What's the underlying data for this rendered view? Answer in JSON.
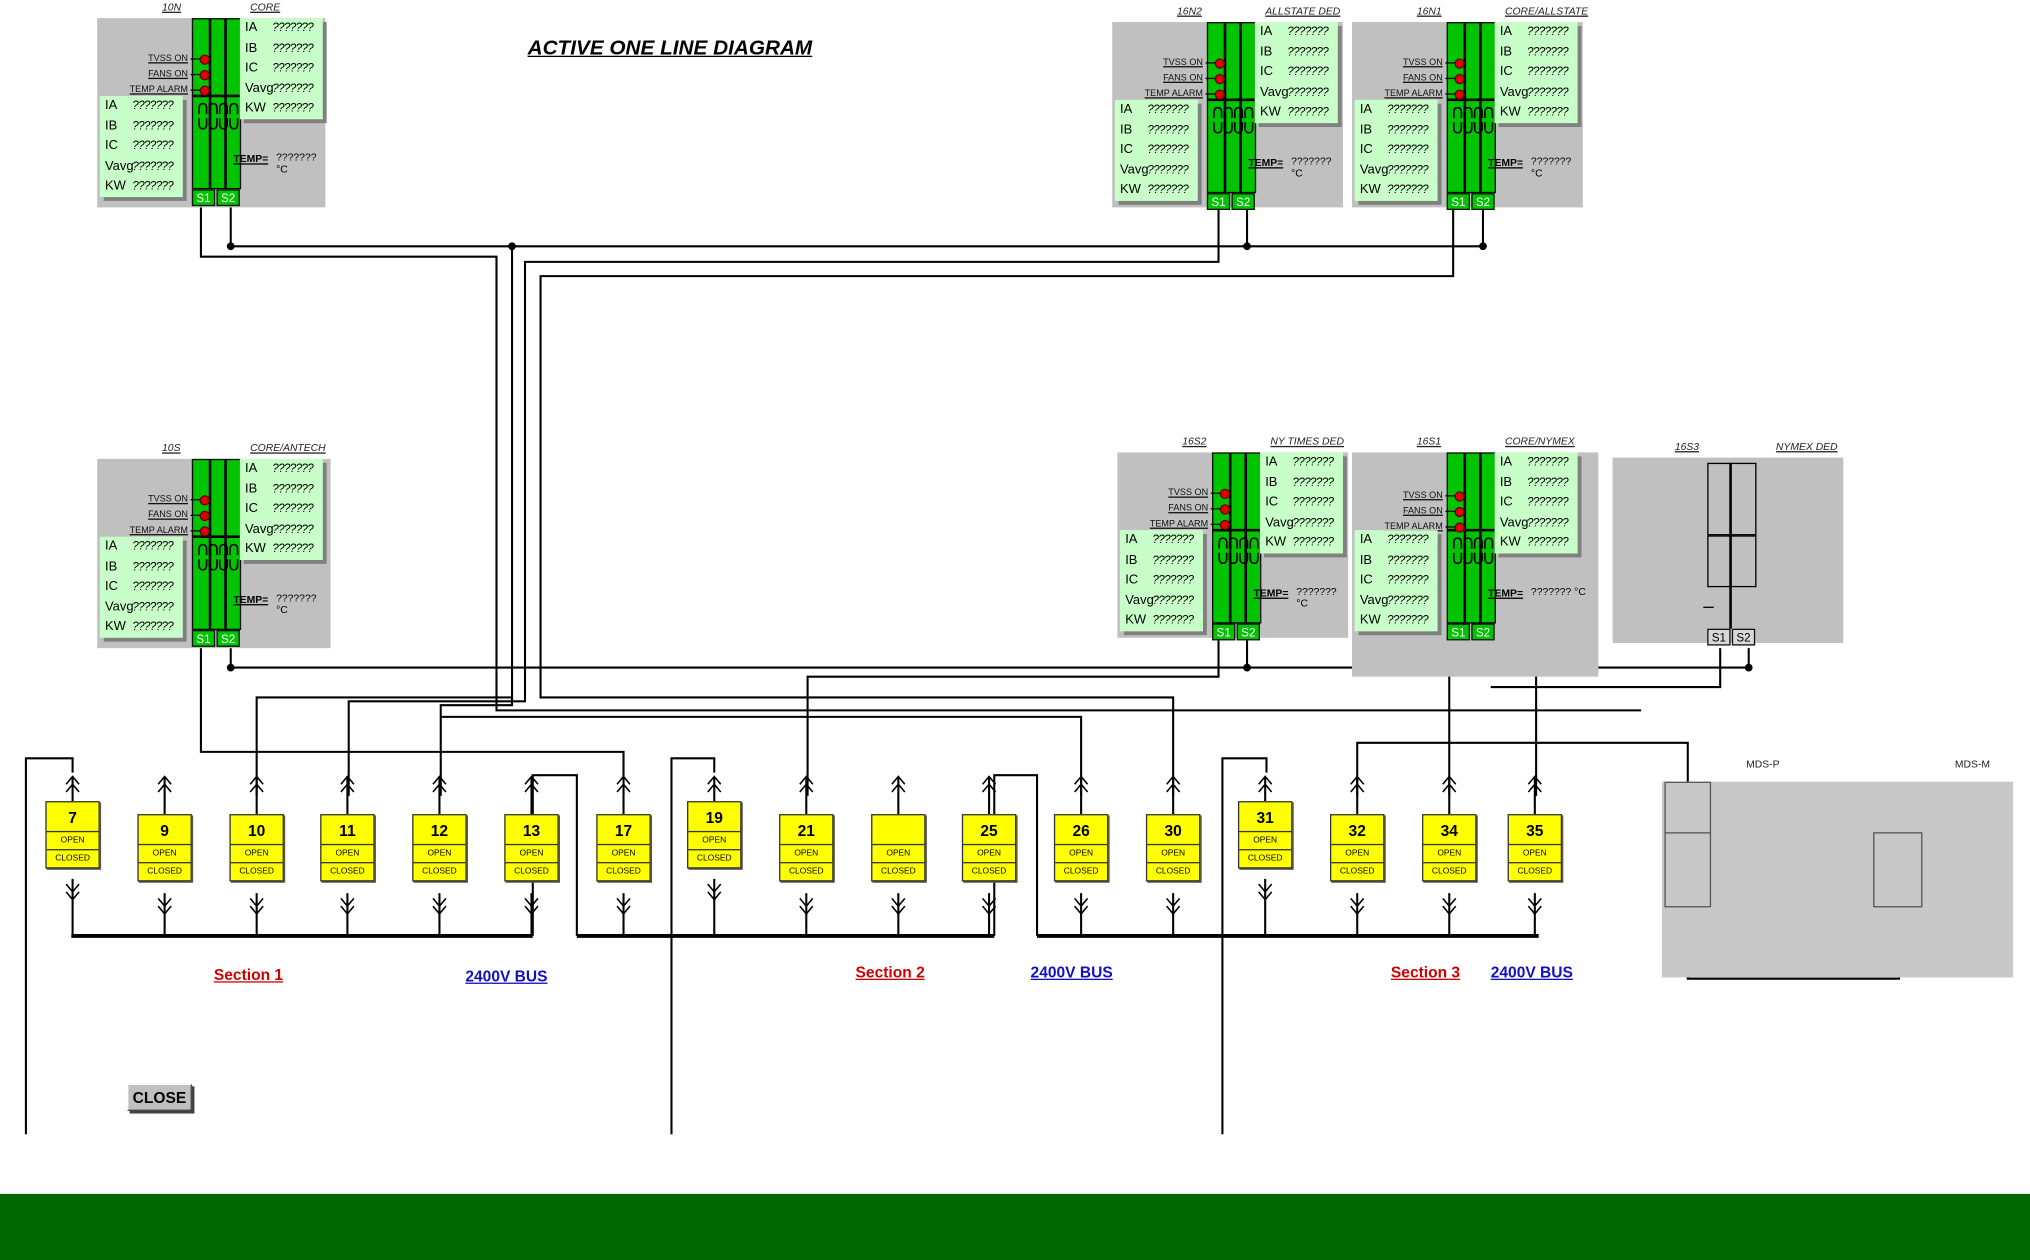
{
  "title": "ACTIVE ONE LINE DIAGRAM",
  "alarm_labels": [
    "TVSS ON",
    "FANS ON",
    "TEMP ALARM"
  ],
  "meter_labels": [
    "IA",
    "IB",
    "IC",
    "Vavg",
    "KW"
  ],
  "meter_value": "???????",
  "temp_label": "TEMP=",
  "temp_value": "??????? °C",
  "s1": "S1",
  "s2": "S2",
  "transformers": [
    {
      "id": "10N",
      "desc": "CORE"
    },
    {
      "id": "16N2",
      "desc": "ALLSTATE DED"
    },
    {
      "id": "16N1",
      "desc": "CORE/ALLSTATE"
    },
    {
      "id": "10S",
      "desc": "CORE/ANTECH"
    },
    {
      "id": "16S2",
      "desc": "NY TIMES DED"
    },
    {
      "id": "16S1",
      "desc": "CORE/NYMEX"
    }
  ],
  "switch_16s3": {
    "id": "16S3",
    "desc": "NYMEX DED"
  },
  "breaker_states": {
    "open": "OPEN",
    "closed": "CLOSED"
  },
  "breakers": [
    "7",
    "9",
    "10",
    "11",
    "12",
    "13",
    "17",
    "19",
    "21",
    "",
    "25",
    "26",
    "30",
    "31",
    "32",
    "34",
    "35"
  ],
  "sections": [
    "Section 1",
    "Section 2",
    "Section 3"
  ],
  "bus_label": "2400V BUS",
  "mds": {
    "p": "MDS-P",
    "m": "MDS-M"
  },
  "close_button": "CLOSE",
  "colors": {
    "transformer": "#00c400",
    "breaker": "#ffff00",
    "alarm": "#e00000",
    "footer": "#006800",
    "meter": "#c8ffc8"
  }
}
